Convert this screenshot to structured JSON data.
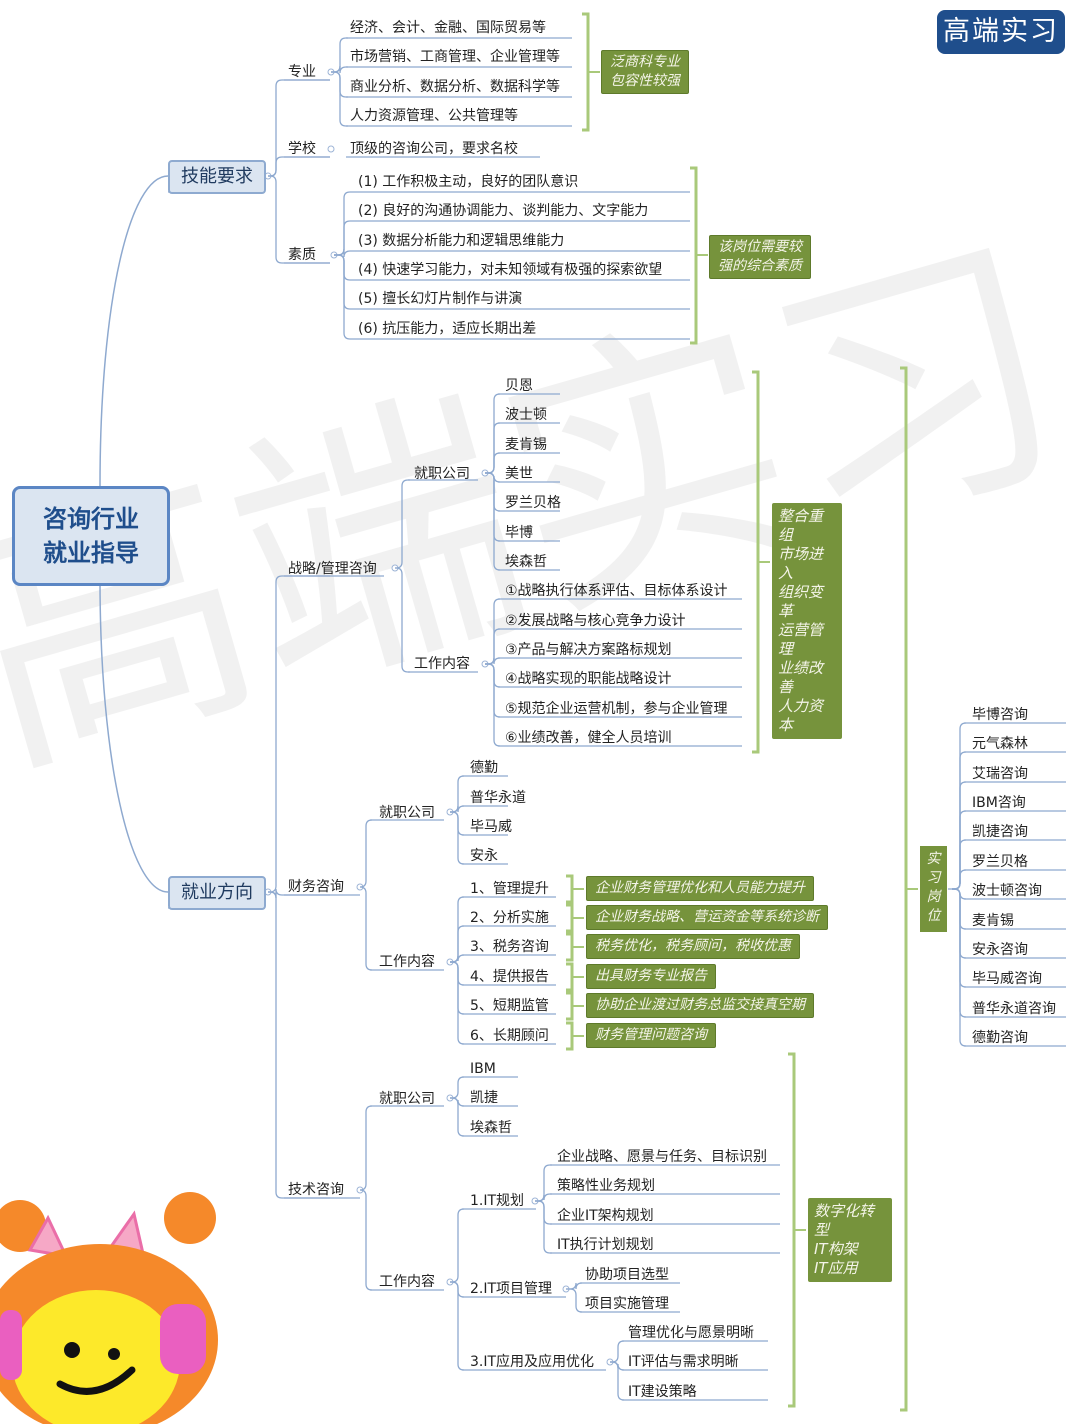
{
  "brand": "高端实习",
  "watermark": "高端实习",
  "root": [
    "咨询行业",
    "就业指导"
  ],
  "skills": {
    "label": "技能要求",
    "major": {
      "label": "专业",
      "items": [
        "经济、会计、金融、国际贸易等",
        "市场营销、工商管理、企业管理等",
        "商业分析、数据分析、数据科学等",
        "人力资源管理、公共管理等"
      ],
      "note": [
        "泛商科专业",
        "包容性较强"
      ]
    },
    "school": {
      "label": "学校",
      "item": "顶级的咨询公司，要求名校"
    },
    "quality": {
      "label": "素质",
      "items": [
        "(1) 工作积极主动，良好的团队意识",
        "(2) 良好的沟通协调能力、谈判能力、文字能力",
        "(3) 数据分析能力和逻辑思维能力",
        "(4) 快速学习能力，对未知领域有极强的探索欲望",
        "(5) 擅长幻灯片制作与讲演",
        "(6) 抗压能力，适应长期出差"
      ],
      "note": [
        "该岗位需要较",
        "强的综合素质"
      ]
    }
  },
  "career": {
    "label": "就业方向",
    "strategy": {
      "label": "战略/管理咨询",
      "companies_label": "就职公司",
      "companies": [
        "贝恩",
        "波士顿",
        "麦肯锡",
        "美世",
        "罗兰贝格",
        "毕博",
        "埃森哲"
      ],
      "work_label": "工作内容",
      "work": [
        "①战略执行体系评估、目标体系设计",
        "②发展战略与核心竞争力设计",
        "③产品与解决方案路标规划",
        "④战略实现的职能战略设计",
        "⑤规范企业运营机制，参与企业管理",
        "⑥业绩改善，健全人员培训"
      ],
      "note": [
        "整合重组",
        "市场进入",
        "组织变革",
        "运营管理",
        "业绩改善",
        "人力资本"
      ]
    },
    "finance": {
      "label": "财务咨询",
      "companies_label": "就职公司",
      "companies": [
        "德勤",
        "普华永道",
        "毕马威",
        "安永"
      ],
      "work_label": "工作内容",
      "work": [
        "1、管理提升",
        "2、分析实施",
        "3、税务咨询",
        "4、提供报告",
        "5、短期监管",
        "6、长期顾问"
      ],
      "notes": [
        "企业财务管理优化和人员能力提升",
        "企业财务战略、营运资金等系统诊断",
        "税务优化，税务顾问，税收优惠",
        "出具财务专业报告",
        "协助企业渡过财务总监交接真空期",
        "财务管理问题咨询"
      ]
    },
    "tech": {
      "label": "技术咨询",
      "companies_label": "就职公司",
      "companies": [
        "IBM",
        "凯捷",
        "埃森哲"
      ],
      "work_label": "工作内容",
      "planning": {
        "label": "1.IT规划",
        "items": [
          "企业战略、愿景与任务、目标识别",
          "策略性业务规划",
          "企业IT架构规划",
          "IT执行计划规划"
        ]
      },
      "project": {
        "label": "2.IT项目管理",
        "items": [
          "协助项目选型",
          "项目实施管理"
        ]
      },
      "application": {
        "label": "3.IT应用及应用优化",
        "items": [
          "管理优化与愿景明晰",
          "IT评估与需求明晰",
          "IT建设策略"
        ]
      },
      "note": [
        "数字化转型",
        "IT构架",
        "IT应用"
      ]
    }
  },
  "internship": {
    "label": [
      "实",
      "习",
      "岗",
      "位"
    ],
    "items": [
      "毕博咨询",
      "元气森林",
      "艾瑞咨询",
      "IBM咨询",
      "凯捷咨询",
      "罗兰贝格",
      "波士顿咨询",
      "麦肯锡",
      "安永咨询",
      "毕马威咨询",
      "普华永道咨询",
      "德勤咨询"
    ]
  },
  "colors": {
    "line": "#8ea9cf",
    "accent_green": "#76933c",
    "bracket": "#a9c97a",
    "node_blue": "#1f4e8c"
  },
  "icon": "cartoon-mascot"
}
